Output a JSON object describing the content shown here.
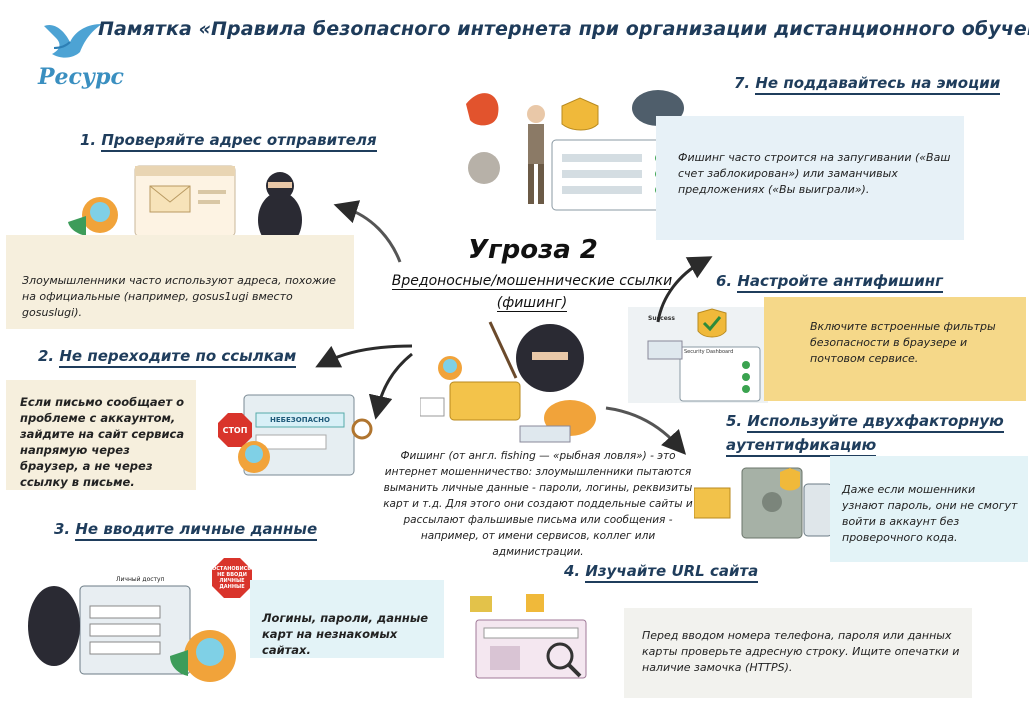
{
  "header": {
    "title": "Памятка «Правила безопасного интернета при организации дистанционного обучения»",
    "logo_text": "Ресурс"
  },
  "threat": {
    "title": "Угроза 2",
    "subtitle_line1": "Вредоносные/мошеннические ссылки",
    "subtitle_line2": "(фишинг)",
    "description": "Фишинг (от англ. fishing — «рыбная ловля») - это интернет мошенничество: злоумышленники пытаются выманить личные данные - пароли, логины, реквизиты карт и т.д. Для этого они создают поддельные сайты и рассылают фальшивые письма или сообщения - например, от имени сервисов, коллег или администрации."
  },
  "rules": [
    {
      "number": "1.",
      "heading": "Проверяйте адрес отправителя",
      "text": "Злоумышленники часто используют адреса, похожие на официальные (например, gosus1ugi вместо gosuslugi)."
    },
    {
      "number": "2.",
      "heading": "Не переходите по ссылкам",
      "text": "Если письмо сообщает о проблеме с аккаунтом, зайдите на сайт сервиса напрямую через браузер, а не через ссылку в письме."
    },
    {
      "number": "3.",
      "heading": "Не вводите личные данные",
      "text": "Логины, пароли, данные карт на незнакомых сайтах."
    },
    {
      "number": "4.",
      "heading": "Изучайте URL сайта",
      "text": "Перед вводом номера телефона, пароля или данных карты проверьте адресную строку. Ищите опечатки и наличие замочка (HTTPS)."
    },
    {
      "number": "5.",
      "heading_line1": "Используйте двухфакторную",
      "heading_line2": "аутентификацию",
      "text": "Даже если мошенники узнают пароль, они не смогут войти в аккаунт без проверочного кода."
    },
    {
      "number": "6.",
      "heading": "Настройте антифишинг",
      "text": "Включите встроенные фильтры безопасности в браузере и почтовом сервисе."
    },
    {
      "number": "7.",
      "heading": "Не поддавайтесь на эмоции",
      "text": "Фишинг часто строится на запугивании («Ваш счет заблокирован») или заманчивых предложениях («Вы выиграли»)."
    }
  ],
  "illustration_labels": {
    "stop_sign": "СТОП",
    "danger_banner": "НЕБЕЗОПАСНО",
    "stop_octagon": "ОСТАНОВИСЬ! НЕ ВВОДИ ЛИЧНЫЕ ДАННЫЕ",
    "personal_access": "Личный доступ",
    "success": "Success",
    "security_dashboard": "Security Dashboard"
  },
  "colors": {
    "title": "#1e3b5a",
    "beige": "#f6efdd",
    "blue_box": "#e7f1f7",
    "gold_box": "#f5d889",
    "arrow": "#2b2b2b"
  }
}
